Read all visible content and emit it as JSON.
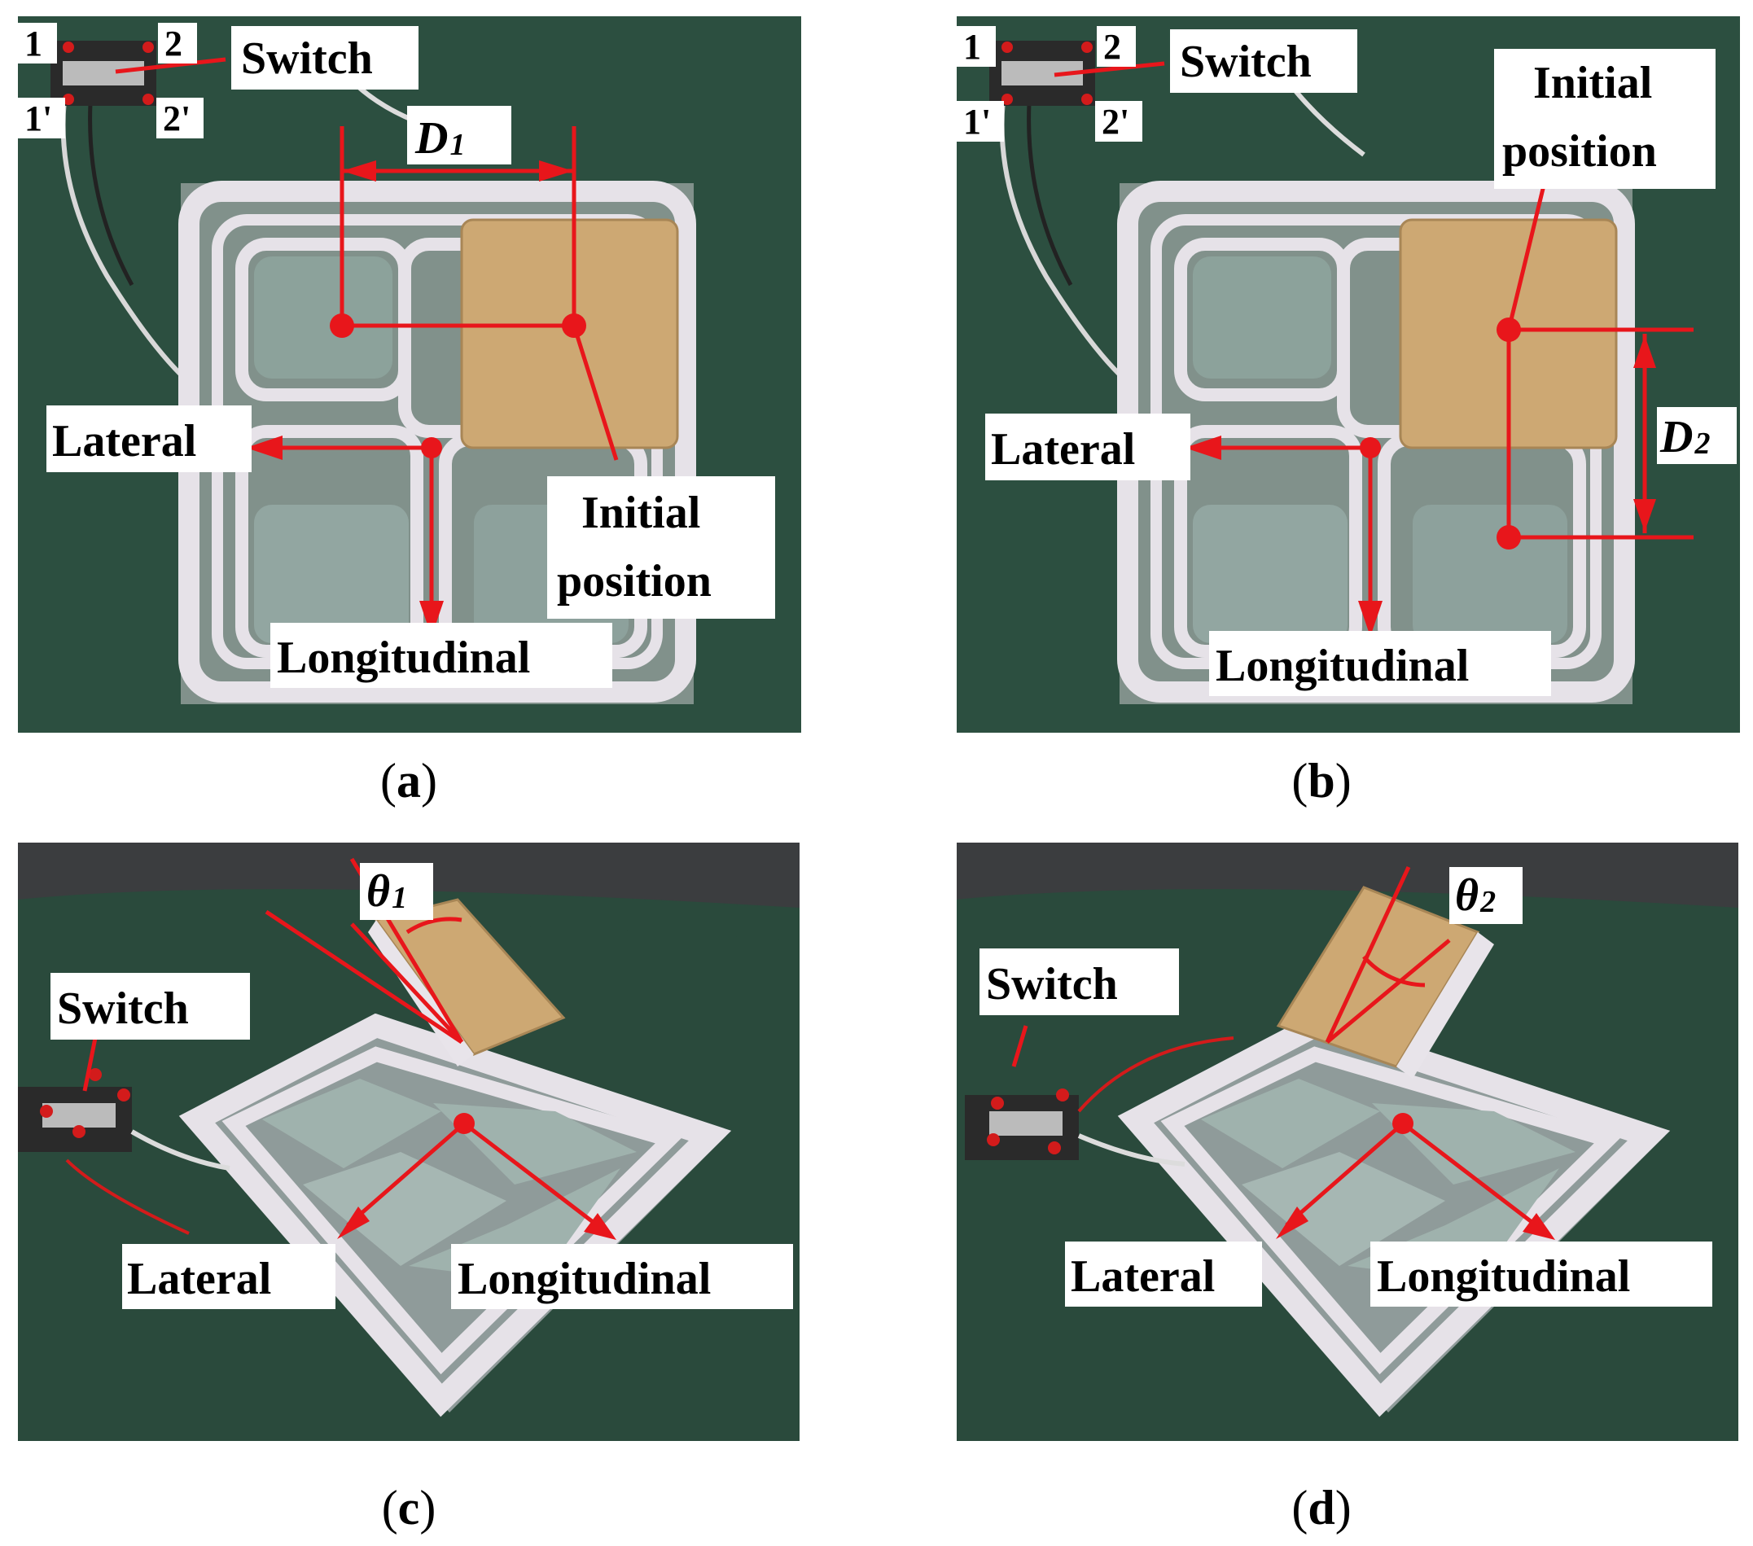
{
  "panels": {
    "a": {
      "caption_letter": "a",
      "switch": "Switch",
      "d_symbol": "D",
      "d_subscript": "1",
      "initial_line1": "Initial",
      "initial_line2": "position",
      "lateral": "Lateral",
      "longitudinal": "Longitudinal",
      "t1": "1",
      "t2": "2",
      "t1p": "1'",
      "t2p": "2'"
    },
    "b": {
      "caption_letter": "b",
      "switch": "Switch",
      "d_symbol": "D",
      "d_subscript": "2",
      "initial_line1": "Initial",
      "initial_line2": "position",
      "lateral": "Lateral",
      "longitudinal": "Longitudinal",
      "t1": "1",
      "t2": "2",
      "t1p": "1'",
      "t2p": "2'"
    },
    "c": {
      "caption_letter": "c",
      "switch": "Switch",
      "theta_symbol": "θ",
      "theta_subscript": "1",
      "lateral": "Lateral",
      "longitudinal": "Longitudinal"
    },
    "d": {
      "caption_letter": "d",
      "switch": "Switch",
      "theta_symbol": "θ",
      "theta_subscript": "2",
      "lateral": "Lateral",
      "longitudinal": "Longitudinal"
    }
  },
  "colors": {
    "annotation_red": "#e8161b",
    "mat_green": "#2c4f40",
    "coil_white": "#e6e2e8",
    "box_kraft": "#cda873"
  }
}
